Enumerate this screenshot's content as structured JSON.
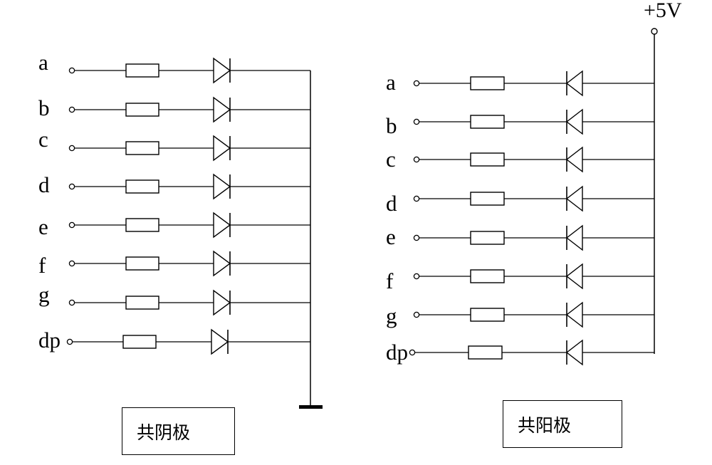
{
  "common_cathode": {
    "caption": "共阴极",
    "segments": [
      "a",
      "b",
      "c",
      "d",
      "e",
      "f",
      "g",
      "dp"
    ]
  },
  "common_anode": {
    "caption": "共阳极",
    "supply_label": "+5V",
    "segments": [
      "a",
      "b",
      "c",
      "d",
      "e",
      "f",
      "g",
      "dp"
    ]
  },
  "colors": {
    "line": "#000000",
    "background": "#ffffff"
  }
}
